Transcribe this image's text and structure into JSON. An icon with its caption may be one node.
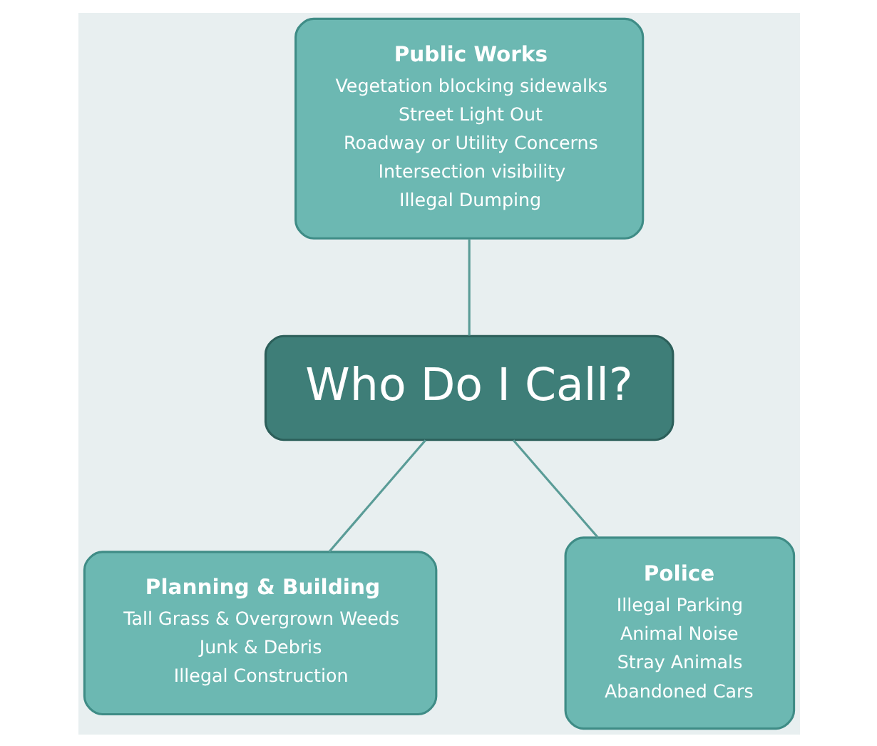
{
  "diagram": {
    "nodes": [
      {
        "text": [
          "Public Works",
          "Vegetation blocking sidewalks",
          "Street Light Out",
          "Roadway or Utility Concerns",
          "Intersection visibility",
          "Illegal Dumping"
        ]
      },
      {
        "text": [
          "Who Do I Call?"
        ]
      },
      {
        "text": [
          "Planning & Building",
          "Tall Grass & Overgrown Weeds",
          "Junk & Debris",
          "Illegal Construction"
        ]
      },
      {
        "text": [
          "Police",
          "Illegal Parking",
          "Animal Noise",
          "Stray Animals",
          "Abandoned Cars"
        ]
      }
    ],
    "edges": [
      {
        "from": 0,
        "to": 1,
        "arrow": "none"
      },
      {
        "from": 1,
        "to": 2,
        "arrow": "none"
      },
      {
        "from": 1,
        "to": 3,
        "arrow": "none"
      }
    ]
  }
}
